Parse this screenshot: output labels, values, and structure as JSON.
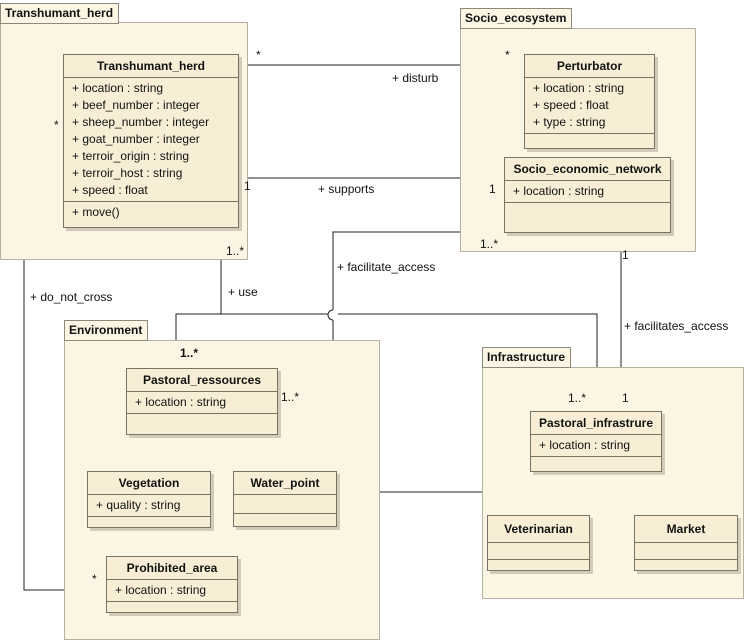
{
  "packages": {
    "transhumant": "Transhumant_herd",
    "socio": "Socio_ecosystem",
    "environment": "Environment",
    "infrastructure": "Infrastructure"
  },
  "classes": {
    "transhumant_herd": {
      "name": "Transhumant_herd",
      "attributes": [
        "+ location : string",
        "+ beef_number : integer",
        "+ sheep_number : integer",
        "+ goat_number : integer",
        "+ terroir_origin : string",
        "+ terroir_host : string",
        "+ speed : float"
      ],
      "operations": [
        "+ move()"
      ]
    },
    "perturbator": {
      "name": "Perturbator",
      "attributes": [
        "+ location : string",
        "+ speed : float",
        "+ type : string"
      ]
    },
    "socio_network": {
      "name": "Socio_economic_network",
      "attributes": [
        "+ location : string"
      ]
    },
    "pastoral_ressources": {
      "name": "Pastoral_ressources",
      "attributes": [
        "+ location : string"
      ]
    },
    "vegetation": {
      "name": "Vegetation",
      "attributes": [
        "+ quality : string"
      ]
    },
    "water_point": {
      "name": "Water_point"
    },
    "prohibited_area": {
      "name": "Prohibited_area",
      "attributes": [
        "+ location : string"
      ]
    },
    "pastoral_infra": {
      "name": "Pastoral_infrastrure",
      "attributes": [
        "+ location : string"
      ]
    },
    "veterinarian": {
      "name": "Veterinarian"
    },
    "market": {
      "name": "Market"
    }
  },
  "associations": {
    "disturb": "+ disturb",
    "supports": "+ supports",
    "use": "+ use",
    "facilitate_access": "+ facilitate_access",
    "facilitates_access": "+ facilitates_access",
    "do_not_cross": "+ do_not_cross"
  },
  "multiplicities": {
    "disturb_left": "*",
    "disturb_right": "*",
    "supports_left": "1",
    "supports_right": "1",
    "use_top": "1..*",
    "use_bottom": "1..*",
    "herd_left": "*",
    "prohibited_left": "*",
    "facilitate_top": "1..*",
    "facilitate_bottom": "1..*",
    "infra_top_left": "1..*",
    "infra_top_right": "1",
    "network_bottom": "1"
  }
}
